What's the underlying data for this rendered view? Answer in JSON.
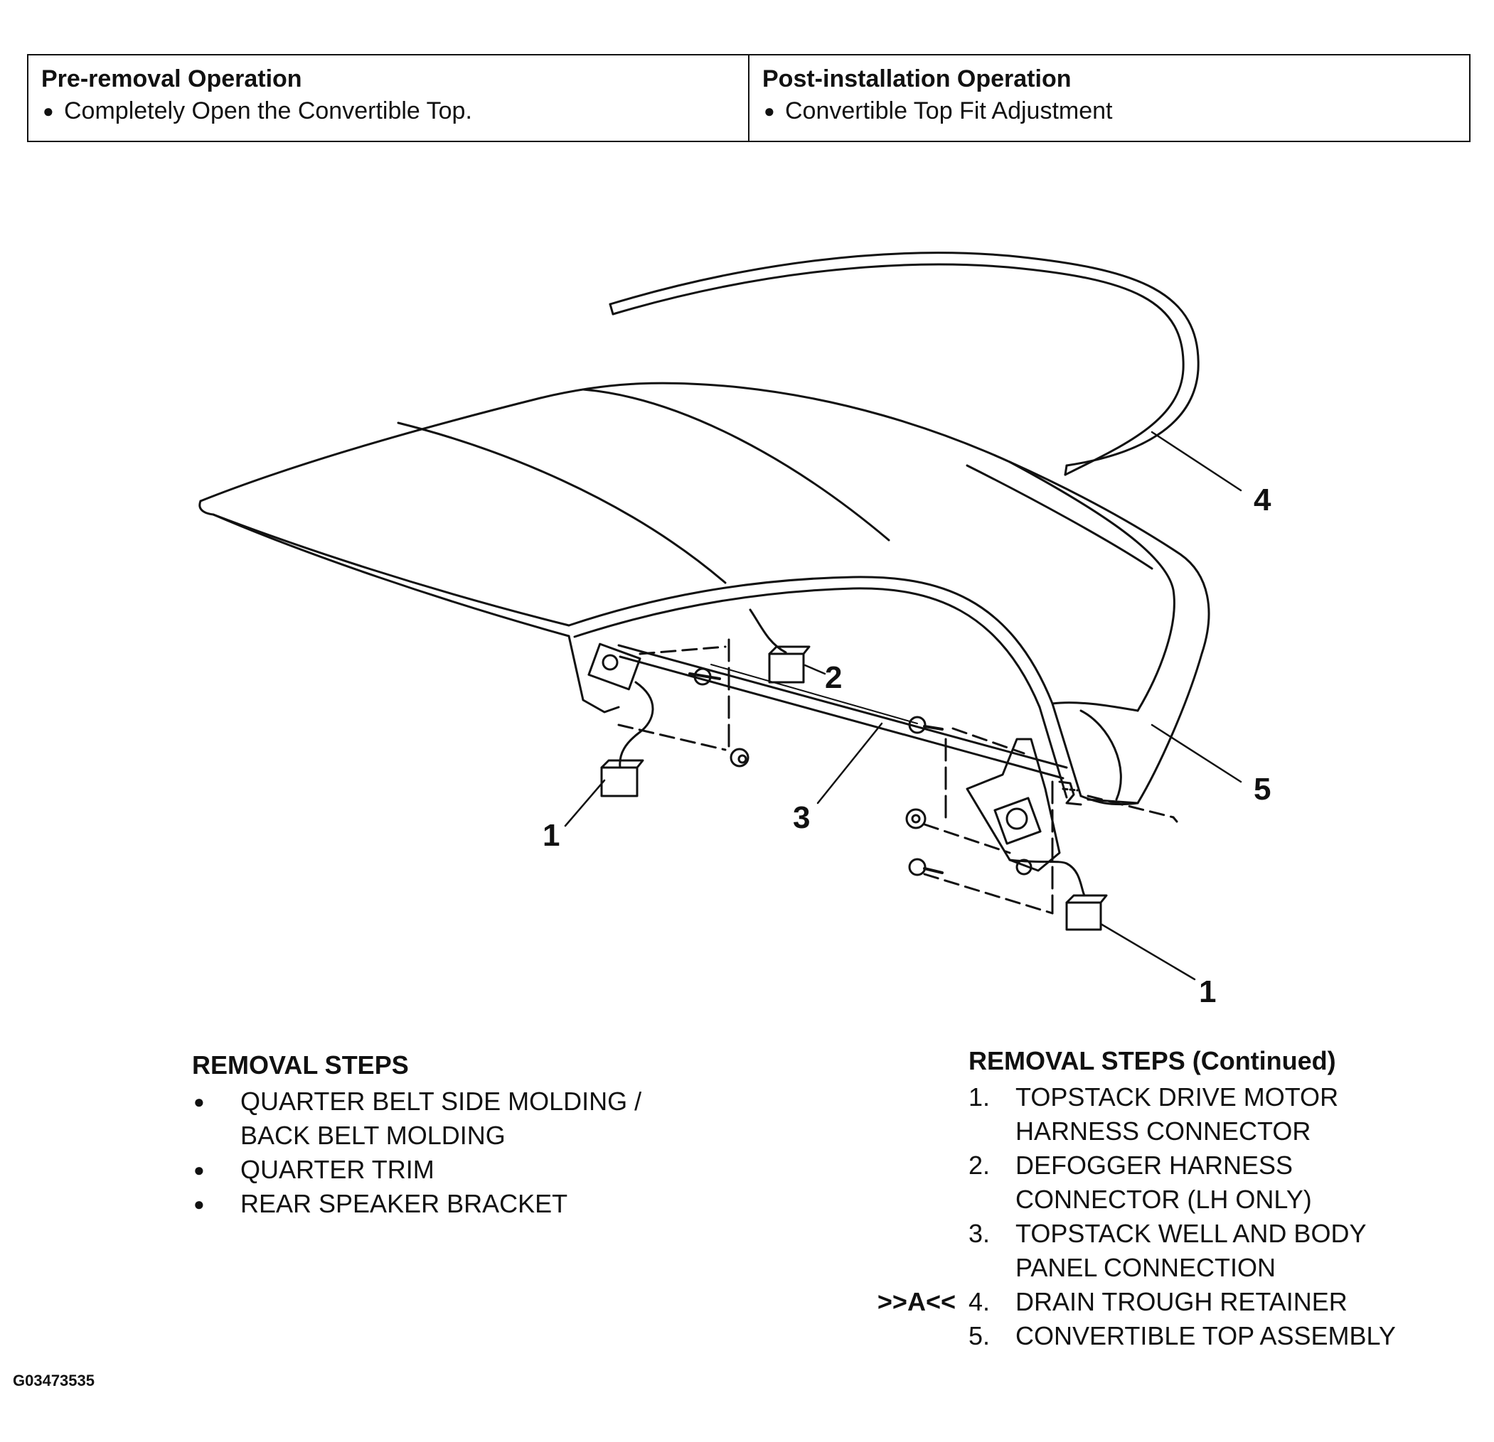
{
  "pre_removal": {
    "heading": "Pre-removal Operation",
    "items": [
      "Completely Open the Convertible Top."
    ]
  },
  "post_installation": {
    "heading": "Post-installation Operation",
    "items": [
      "Convertible Top Fit Adjustment"
    ]
  },
  "diagram": {
    "callouts": [
      "4",
      "2",
      "5",
      "1",
      "3",
      "1"
    ]
  },
  "removal_steps": {
    "heading": "REMOVAL STEPS",
    "items": [
      "QUARTER BELT SIDE MOLDING /",
      "BACK BELT MOLDING",
      "QUARTER TRIM",
      "REAR SPEAKER BRACKET"
    ]
  },
  "removal_steps_continued": {
    "heading": "REMOVAL STEPS (Continued)",
    "items": [
      {
        "num": "1.",
        "lines": [
          "TOPSTACK DRIVE MOTOR",
          "HARNESS CONNECTOR"
        ],
        "mark": ""
      },
      {
        "num": "2.",
        "lines": [
          "DEFOGGER HARNESS",
          "CONNECTOR (LH ONLY)"
        ],
        "mark": ""
      },
      {
        "num": "3.",
        "lines": [
          "TOPSTACK WELL AND BODY",
          "PANEL CONNECTION"
        ],
        "mark": ""
      },
      {
        "num": "4.",
        "lines": [
          "DRAIN TROUGH RETAINER"
        ],
        "mark": ">>A<<"
      },
      {
        "num": "5.",
        "lines": [
          "CONVERTIBLE TOP ASSEMBLY"
        ],
        "mark": ""
      }
    ]
  },
  "figure_id": "G03473535"
}
